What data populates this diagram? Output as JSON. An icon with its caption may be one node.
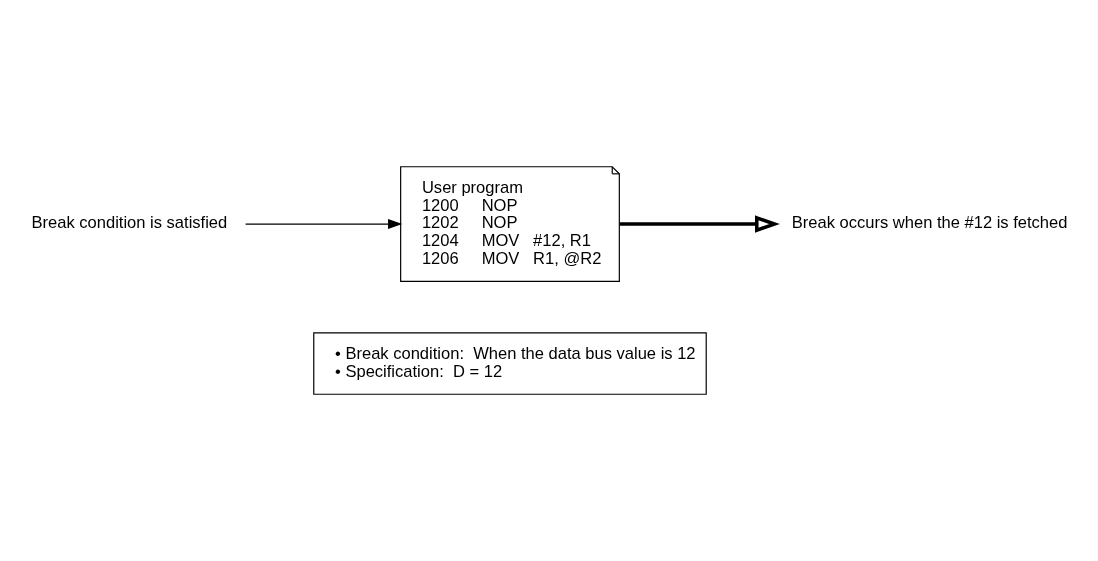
{
  "diagram": {
    "nodes": [
      {
        "text": [
          "• Break condition:  When the data bus value is 12",
          "• Specification:  D = 12"
        ]
      },
      {
        "text": [
          "Break condition is satisfied"
        ]
      },
      {
        "text": [
          "User program",
          "1200     NOP",
          "1202     NOP",
          "1204     MOV   #12, R1",
          "1206     MOV   R1, @R2"
        ]
      },
      {
        "text": [
          "Break occurs when the #12 is fetched"
        ]
      }
    ],
    "edges": [
      {
        "from": 1,
        "to": 2,
        "arrow": "to"
      },
      {
        "from": 2,
        "to": 3,
        "arrow": "to",
        "style": "thick"
      }
    ]
  }
}
